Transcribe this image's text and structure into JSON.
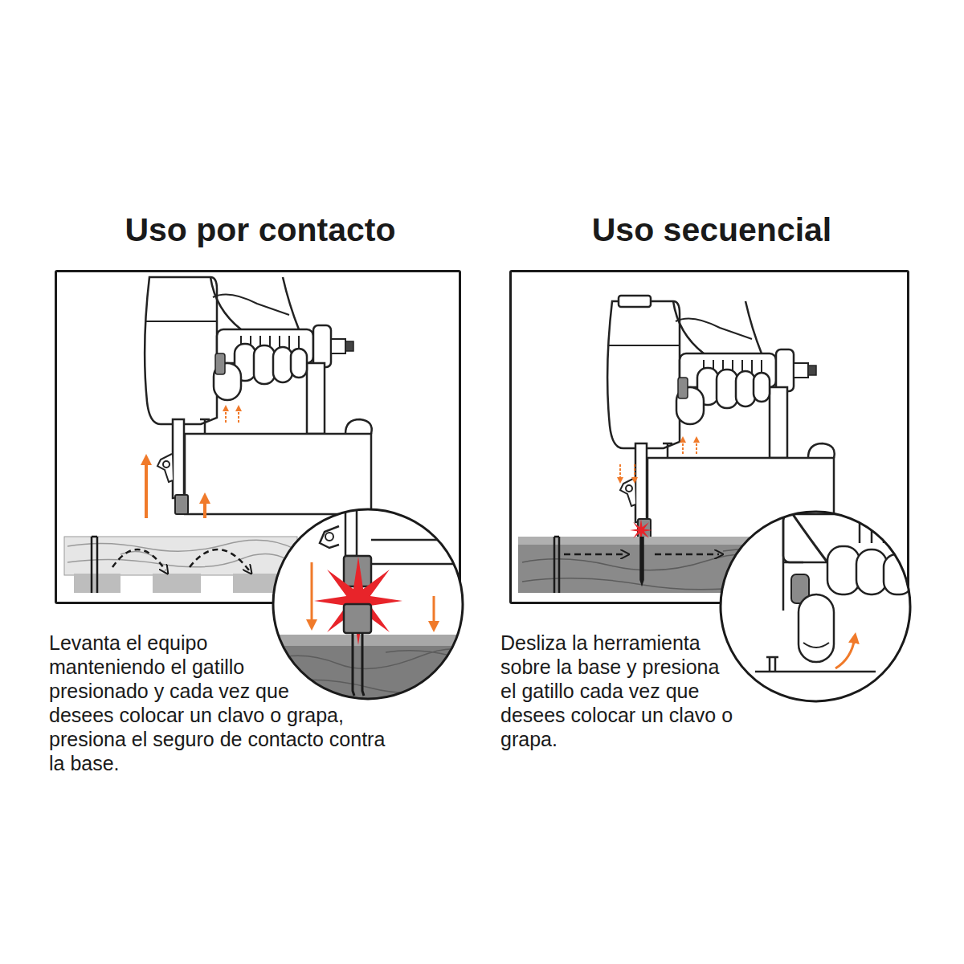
{
  "diagram": {
    "nodes": [
      {
        "text": [
          "Uso por contacto",
          "Levanta el equipo manteniendo el gatillo presionado y cada vez que desees colocar un clavo o grapa, presiona el seguro de contacto contra la base."
        ]
      },
      {
        "text": [
          "Uso secuencial",
          "Desliza la herramienta sobre la base y presiona el gatillo cada vez que desees colocar un clavo o grapa."
        ]
      }
    ]
  }
}
